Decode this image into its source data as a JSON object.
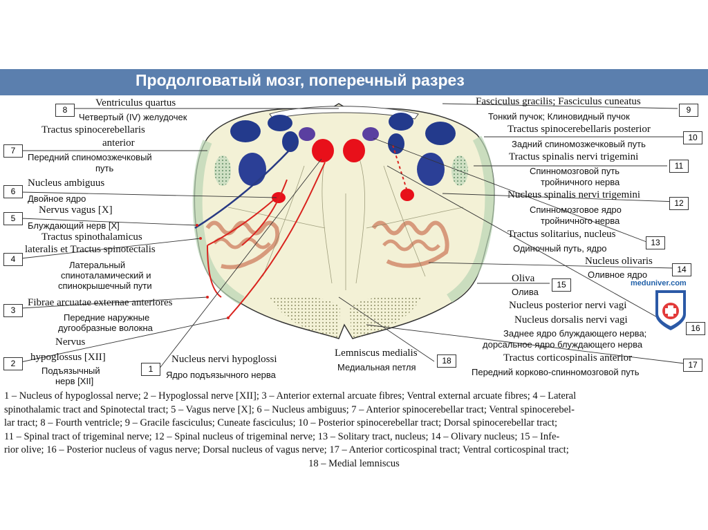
{
  "title": "Продолговатый мозг, поперечный разрез",
  "watermark": {
    "site": "meduniver.com",
    "logo": "meduniver shield logo"
  },
  "labels": [
    {
      "num": "8",
      "en": "Ventriculus quartus",
      "ru": "Четвертый (IV) желудочек"
    },
    {
      "num": "7",
      "en": "Tractus spinocerebellaris anterior",
      "ru": "Передний спиномозжечковый путь"
    },
    {
      "num": "6",
      "en": "Nucleus ambiguus",
      "ru": "Двойное ядро"
    },
    {
      "num": "5",
      "en": "Nervus vagus [X]",
      "ru": "Блуждающий нерв [X]"
    },
    {
      "num": "4",
      "en": "Tractus spinothalamicus lateralis et Tractus spinotectalis",
      "ru": "Латеральный спиноталамический и спинокрышечный пути"
    },
    {
      "num": "3",
      "en": "Fibrae arcuatae externae anteriores",
      "ru": "Передние наружные дугообразные волокна"
    },
    {
      "num": "2",
      "en": "Nervus hypoglossus [XII]",
      "ru": "Подъязычный нерв [XII]"
    },
    {
      "num": "1",
      "en": "Nucleus nervi hypoglossi",
      "ru": "Ядро подъязычного нерва"
    },
    {
      "num": "18",
      "en": "Lemniscus medialis",
      "ru": "Медиальная петля"
    },
    {
      "num": "9",
      "en": "Fasciculus gracilis; Fasciculus cuneatus",
      "ru": "Тонкий пучок; Клиновидный пучок"
    },
    {
      "num": "10",
      "en": "Tractus spinocerebellaris posterior",
      "ru": "Задний спиномозжечковый путь"
    },
    {
      "num": "11",
      "en": "Tractus spinalis nervi trigemini",
      "ru": "Спинномозговой путь тройничного нерва"
    },
    {
      "num": "12",
      "en": "Nucleus spinalis nervi trigemini",
      "ru": "Спинномозговое ядро тройничного нерва"
    },
    {
      "num": "13",
      "en": "Tractus solitarius, nucleus",
      "ru": "Одиночный путь, ядро"
    },
    {
      "num": "14",
      "en": "Nucleus olivaris",
      "ru": "Оливное ядро"
    },
    {
      "num": "15",
      "en": "Oliva",
      "ru": "Олива"
    },
    {
      "num": "16",
      "en": "Nucleus posterior nervi vagi; Nucleus dorsalis nervi vagi",
      "ru": "Заднее ядро блуждающего нерва; дорсальное ядро блуждающего нерва"
    },
    {
      "num": "17",
      "en": "Tractus corticospinalis anterior",
      "ru": "Передний корково-спинномозговой путь"
    }
  ],
  "label_lines": {
    "l7_en_1": "Tractus spinocerebellaris",
    "l7_en_2": "anterior",
    "l7_ru_1": "Передний спиномозжечковый",
    "l7_ru_2": "путь",
    "l4_en_1": "Tractus spinothalamicus",
    "l4_en_2": "lateralis et Tractus spinotectalis",
    "l4_ru_1": "Латеральный",
    "l4_ru_2": "спиноталамический и",
    "l4_ru_3": "спинокрышечный пути",
    "l3_ru_1": "Передние наружные",
    "l3_ru_2": "дугообразные волокна",
    "l2_en_1": "Nervus",
    "l2_en_2": "hypoglossus [XII]",
    "l2_ru_1": "Подъязычный",
    "l2_ru_2": "нерв [XII]",
    "l11_ru_1": "Спинномозговой путь",
    "l11_ru_2": "тройничного нерва",
    "l12_ru_1": "Спинномозговое ядро",
    "l12_ru_2": "тройничного нерва",
    "l16_en_1": "Nucleus posterior nervi vagi",
    "l16_en_2": "Nucleus dorsalis nervi vagi",
    "l16_ru_1": "Заднее ядро блуждающего нерва;",
    "l16_ru_2": "дорсальное ядро блуждающего нерва"
  },
  "caption_lines": [
    "1 – Nucleus of hypoglossal nerve; 2 – Hypoglossal nerve [XII]; 3 – Anterior external arcuate fibres; Ventral external arcuate fibres; 4 – Lateral",
    "spinothalamic tract and Spinotectal tract; 5 – Vagus nerve [X]; 6 – Nucleus ambiguus; 7 – Anterior spinocerebellar tract; Ventral spinocerebel-",
    "lar tract; 8 – Fourth ventricle; 9 – Gracile fasciculus; Cuneate fasciculus; 10 – Posterior spinocerebellar tract; Dorsal spinocerebellar tract;",
    "11 – Spinal tract of trigeminal nerve; 12 – Spinal nucleus of trigeminal nerve; 13 – Solitary tract, nucleus; 14 – Olivary nucleus; 15 – Infe-",
    "rior olive; 16 – Posterior nucleus of vagus nerve; Dorsal nucleus of vagus nerve; 17 – Anterior corticospinal tract; Ventral corticospinal tract;",
    "18 – Medial lemniscus"
  ],
  "colors": {
    "banner": "#5b7fae",
    "tract_blue": "#233a8c",
    "nucleus_red": "#e8101a",
    "violet": "#5a3fa0",
    "tissue": "#f3f1d6"
  }
}
